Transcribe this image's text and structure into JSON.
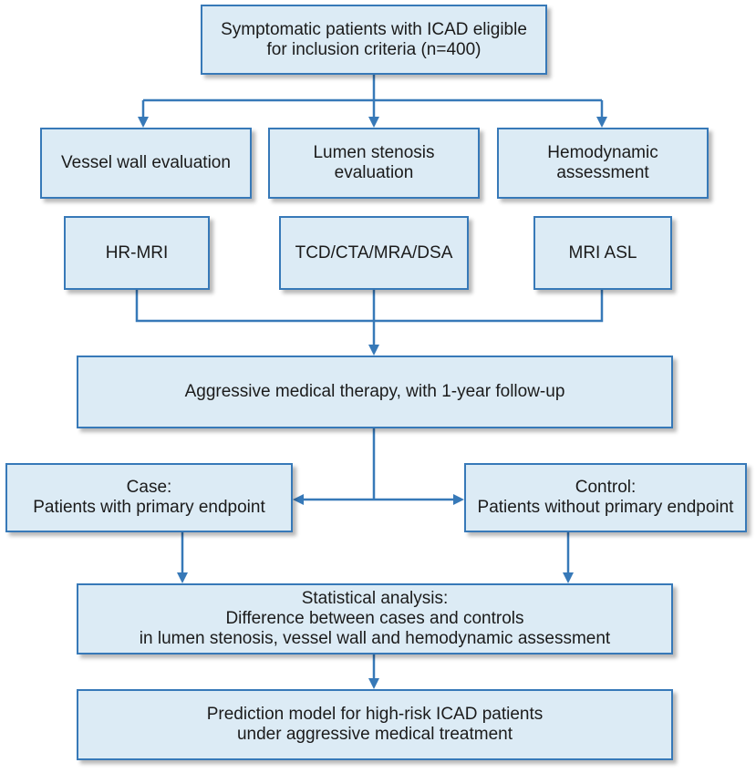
{
  "colors": {
    "box_fill": "#dcebf5",
    "box_border": "#3779b8",
    "connector": "#3779b8",
    "text": "#1b1b1b"
  },
  "boxes": {
    "eligible": "Symptomatic patients with ICAD eligible\nfor inclusion criteria (n=400)",
    "vessel_wall": "Vessel wall evaluation",
    "lumen_stenosis": "Lumen stenosis\nevaluation",
    "hemodynamic": "Hemodynamic\nassessment",
    "hr_mri": "HR-MRI",
    "tcd": "TCD/CTA/MRA/DSA",
    "mri_asl": "MRI ASL",
    "therapy": "Aggressive medical therapy, with 1-year follow-up",
    "case": "Case:\nPatients with primary endpoint",
    "control": "Control:\nPatients without primary endpoint",
    "statistical": "Statistical analysis:\nDifference between cases and controls\nin lumen stenosis, vessel wall and hemodynamic assessment",
    "prediction": "Prediction model for high-risk ICAD patients\nunder aggressive medical treatment"
  }
}
